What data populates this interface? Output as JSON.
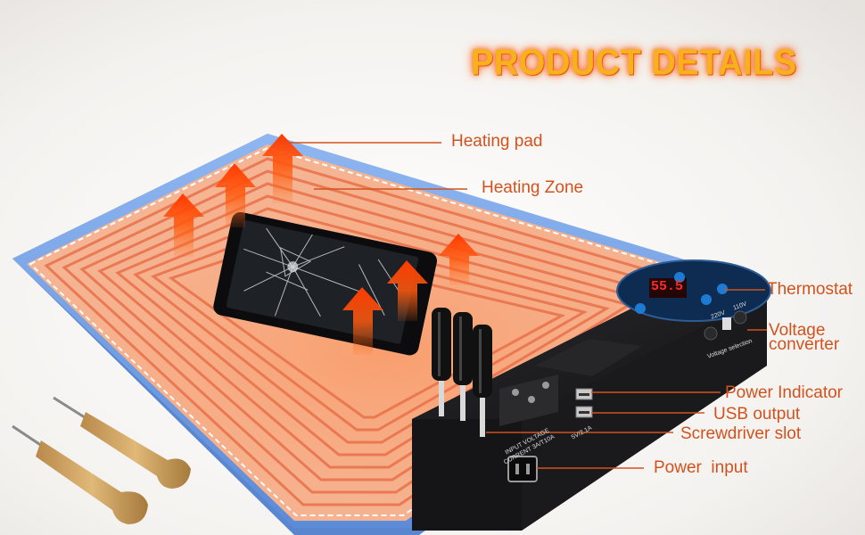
{
  "title": "PRODUCT DETAILS",
  "callouts": {
    "heating_pad": "Heating pad",
    "heating_zone": "Heating Zone",
    "thermostat": "Thermostat",
    "voltage_converter_line1": "Voltage",
    "voltage_converter_line2": "converter",
    "power_indicator": "Power Indicator",
    "usb_output": "USB output",
    "screwdriver_slot": "Screwdriver slot",
    "power_input": "Power  input"
  },
  "device_labels": {
    "thermostat_display": "55.5",
    "voltage_220": "220V",
    "voltage_110": "110V",
    "voltage_selection": "Voltage selection",
    "usb_rating": "5V/2.1A",
    "input_voltage": "INPUT VOLTAGE",
    "input_current": "CURRENT 3A/T10A"
  },
  "colors": {
    "callout_text": "#d2521e",
    "callout_line": "#d2521e",
    "title_fill": "#f6b21a",
    "title_glow": "#ff5a1e",
    "pad_blue": "#6f9ee6",
    "heat_stripe": "#e8704a",
    "station_body": "#1c1c1f",
    "display_red": "#ff2a2a"
  },
  "icons": [
    "heat-arrow-icon",
    "cracked-phone",
    "screwdriver",
    "usb-port-icon",
    "power-socket-icon",
    "bone-opener-tool"
  ]
}
